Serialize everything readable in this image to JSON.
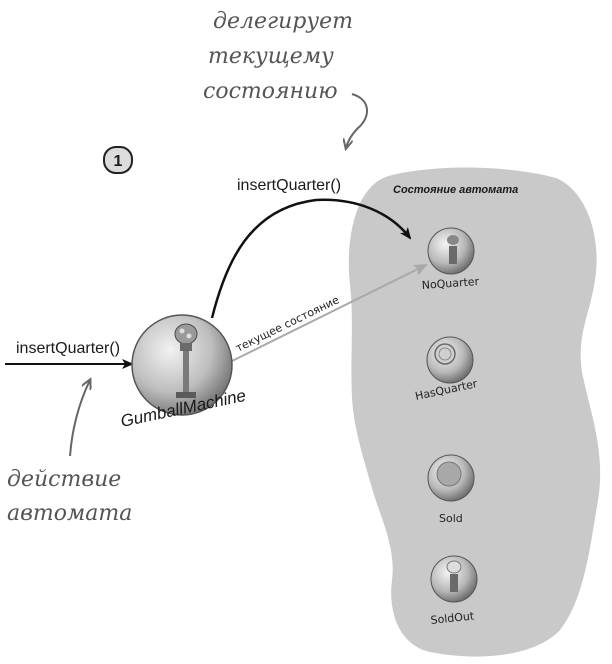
{
  "annotation_top": [
    "делегирует",
    "текущему",
    "состоянию"
  ],
  "annotation_bottom": [
    "действие",
    "автомата"
  ],
  "step_number": "1",
  "call_left": "insertQuarter()",
  "call_top": "insertQuarter()",
  "current_state_label": "текущее состояние",
  "machine_label": "GumballMachine",
  "states_panel_title": "Состояние автомата",
  "states": [
    {
      "name": "NoQuarter",
      "icon": "gumball-machine-icon"
    },
    {
      "name": "HasQuarter",
      "icon": "coin-icon"
    },
    {
      "name": "Sold",
      "icon": "gumball-icon"
    },
    {
      "name": "SoldOut",
      "icon": "empty-machine-icon"
    }
  ],
  "colors": {
    "panel": "#c9c9c9",
    "ball_light": "#eeeeee",
    "ball_dark": "#7a7a7a",
    "arrow": "#111111",
    "grey_arrow": "#a9a9a9",
    "hand_text": "#555555"
  }
}
